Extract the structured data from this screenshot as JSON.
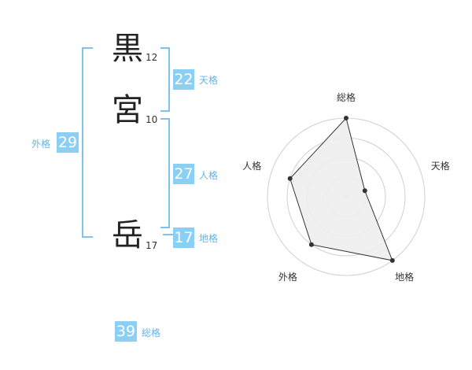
{
  "name_chars": [
    {
      "char": "黒",
      "strokes": "12"
    },
    {
      "char": "宮",
      "strokes": "10"
    },
    {
      "char": "岳",
      "strokes": "17"
    }
  ],
  "fortunes": {
    "tenkaku": {
      "label": "天格",
      "value": "22"
    },
    "jinkaku": {
      "label": "人格",
      "value": "27"
    },
    "chikaku": {
      "label": "地格",
      "value": "17"
    },
    "gaikaku": {
      "label": "外格",
      "value": "29"
    },
    "soukaku": {
      "label": "総格",
      "value": "39"
    }
  },
  "colors": {
    "accent": "#8ccff5",
    "label": "#62b5e6",
    "bracket": "#7cc4ef"
  },
  "chart_data": {
    "type": "radar",
    "axes": [
      "総格",
      "天格",
      "地格",
      "外格",
      "人格"
    ],
    "values": [
      4,
      1,
      4,
      3,
      3
    ],
    "range": [
      0,
      4
    ],
    "grid": true
  }
}
